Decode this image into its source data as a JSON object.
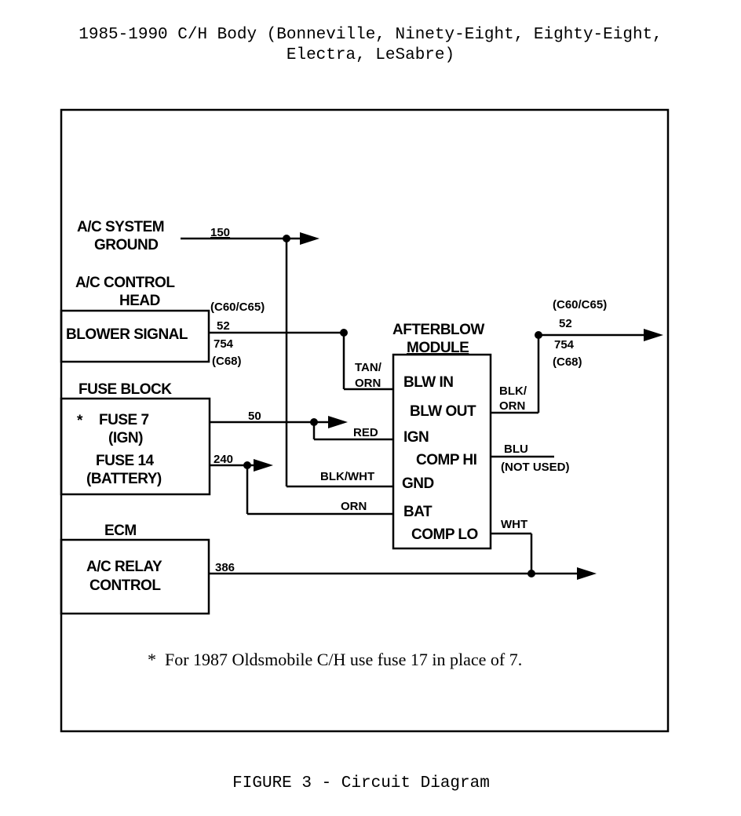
{
  "title": {
    "line1": "1985-1990 C/H Body (Bonneville, Ninety-Eight, Eighty-Eight,",
    "line2": "Electra, LeSabre)"
  },
  "caption": "FIGURE 3 - Circuit Diagram",
  "diagram": {
    "ac_system_ground": {
      "line1": "A/C SYSTEM",
      "line2": "GROUND"
    },
    "ac_control_head": {
      "line1": "A/C CONTROL",
      "line2": "HEAD"
    },
    "blower_signal": "BLOWER SIGNAL",
    "fuse_block": "FUSE BLOCK",
    "fuse_7_star": "*",
    "fuse_7": "FUSE 7",
    "ign": "(IGN)",
    "fuse_14": "FUSE 14",
    "battery": "(BATTERY)",
    "ecm": "ECM",
    "ac_relay": {
      "line1": "A/C RELAY",
      "line2": "CONTROL"
    },
    "afterblow_module": {
      "line1": "AFTERBLOW",
      "line2": "MODULE"
    },
    "pins": {
      "blw_in": "BLW IN",
      "blw_out": "BLW OUT",
      "ign": "IGN",
      "comp_hi": "COMP HI",
      "gnd": "GND",
      "bat": "BAT",
      "comp_lo": "COMP LO"
    },
    "wires": {
      "w150": "150",
      "c60_c65_left": "(C60/C65)",
      "w52_left": "52",
      "w754_left": "754",
      "c68_left": "(C68)",
      "tan": "TAN/",
      "orn_tan": "ORN",
      "w50": "50",
      "red": "RED",
      "w240": "240",
      "blk_wht": "BLK/WHT",
      "orn": "ORN",
      "w386": "386",
      "c60_c65_right": "(C60/C65)",
      "w52_right": "52",
      "w754_right": "754",
      "c68_right": "(C68)",
      "blk": "BLK/",
      "orn_blk": "ORN",
      "blu": "BLU",
      "not_used": "(NOT USED)",
      "wht": "WHT"
    },
    "footnote": "*  For 1987 Oldsmobile C/H use fuse 17 in place of 7."
  }
}
